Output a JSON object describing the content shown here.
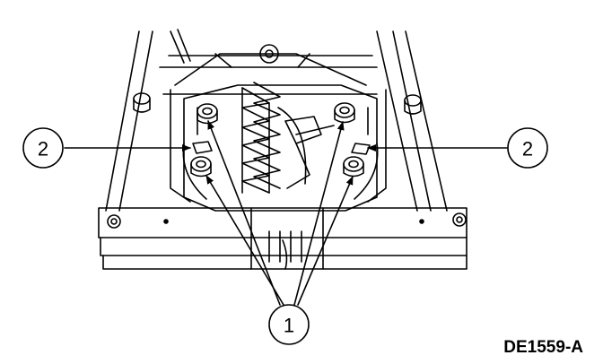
{
  "callouts": {
    "fasteners": "1",
    "locators": "2"
  },
  "figure_code": "DE1559-A",
  "colors": {
    "line": "#000000",
    "background": "#ffffff"
  }
}
